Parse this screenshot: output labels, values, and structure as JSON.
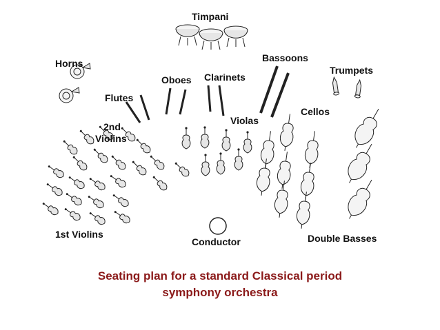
{
  "labels": {
    "timpani": "Timpani",
    "horns": "Horns",
    "bassoons": "Bassoons",
    "trumpets": "Trumpets",
    "oboes": "Oboes",
    "clarinets": "Clarinets",
    "flutes": "Flutes",
    "second_violins_1": "2nd",
    "second_violins_2": "Violins",
    "violas": "Violas",
    "cellos": "Cellos",
    "first_violins": "1st Violins",
    "conductor": "Conductor",
    "double_basses": "Double Basses"
  },
  "caption": {
    "line1": "Seating plan for a standard Classical period",
    "line2": "symphony orchestra",
    "color": "#8b1a1a"
  }
}
